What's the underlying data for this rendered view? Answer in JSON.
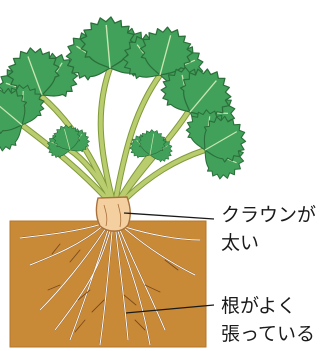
{
  "labels": {
    "crown": "クラウンが\n太い",
    "roots": "根がよく\n張っている"
  },
  "colors": {
    "soil": "#C98A37",
    "soil_shade": "#B47628",
    "leaf_fill": "#41A05A",
    "leaf_outline": "#2B6E3A",
    "leaf_vein": "#C8E6B0",
    "stem": "#B9CC6E",
    "stem_outline": "#7F9A3A",
    "crown": "#F4CFA0",
    "crown_outline": "#A8703A",
    "root": "#FFFFFF",
    "root_dark": "#7A4A22",
    "leader_line": "#1a1a1a"
  },
  "icons": {
    "illustration": "strawberry-plant-illustration"
  }
}
